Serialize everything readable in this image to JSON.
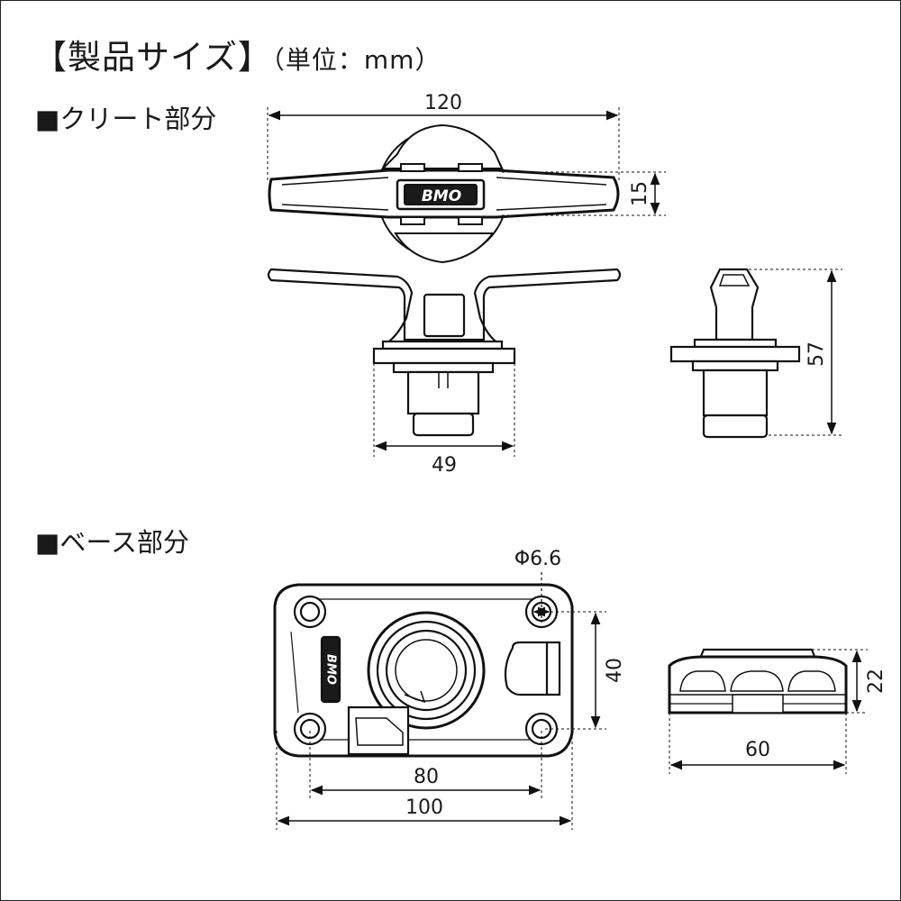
{
  "header": {
    "title": "【製品サイズ】",
    "unit_note": "（単位：mm）"
  },
  "sections": {
    "cleat": "■クリート部分",
    "base": "■ベース部分"
  },
  "logo_text": "BMO",
  "dimensions": {
    "cleat_width": "120",
    "cleat_thickness": "15",
    "cleat_base_width": "49",
    "cleat_height": "57",
    "hole_diameter": "Φ6.6",
    "hole_spacing_vertical": "40",
    "hole_spacing_horizontal": "80",
    "base_length": "100",
    "base_width": "60",
    "base_height": "22"
  }
}
